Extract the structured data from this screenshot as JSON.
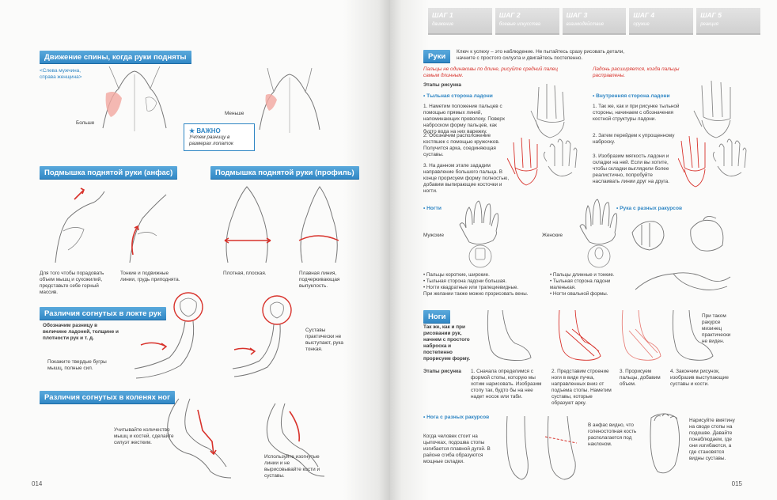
{
  "left_page": {
    "h1": "Движение спины, когда руки подняты",
    "left_note": "<Слева мужчина, справа женщина>",
    "label_big": "Больше",
    "label_small": "Меньше",
    "important_title": "★ ВАЖНО",
    "important_body": "Учтем разницу в размерах лопаток",
    "h2": "Подмышка поднятой руки (анфас)",
    "h3": "Подмышка поднятой руки (профиль)",
    "cap_a1": "Для того чтобы порадовать объем мышц и сухожилий, представьте себе горный массив.",
    "cap_a2": "Тонкие и подвижные линии, грудь приподнята.",
    "cap_p1": "Плотная, плоская.",
    "cap_p2": "Плавная линия, подчеркивающая выпуклость.",
    "h4": "Различия согнутых в локте рук",
    "elbow_text": "Обозначим разницу в величине ладоней, толщине и плотности рук и т. д.",
    "elbow_cap1": "Покажите твердые бугры мышц, полные сил.",
    "elbow_cap2": "Суставы практически не выступают, рука тонкая.",
    "h5": "Различия согнутых в коленях ног",
    "knee_cap1": "Учитывайте количество мышц и костей, сделайте силуэт жестким.",
    "knee_cap2": "Используйте изогнутые линии и не вырисовывайте кости и суставы.",
    "page_num": "014"
  },
  "right_page": {
    "steps": [
      {
        "n": "ШАГ 1",
        "t": "движение"
      },
      {
        "n": "ШАГ 2",
        "t": "боевые искусства"
      },
      {
        "n": "ШАГ 3",
        "t": "взаимодействие"
      },
      {
        "n": "ШАГ 4",
        "t": "оружие"
      },
      {
        "n": "ШАГ 5",
        "t": "реакция"
      }
    ],
    "h_hands": "Руки",
    "hands_intro": "Ключ к успеху – это наблюдение. Не пытайтесь сразу рисовать детали, начните с простого силуэта и двигайтесь постепенно.",
    "red1": "Пальцы не одинаковы по длине, рисуйте средний палец самым длинным.",
    "red2": "Ладонь расширяется, когда пальцы расправлены.",
    "stages": "Этапы рисунка",
    "back_title": "• Тыльная сторона ладони",
    "back_steps": [
      "1. Наметим положение пальцев с помощью прямых линий, напоминающих проволоку. Поверх наброском форму пальцев, как будто вода на них варежку.",
      "2. Обозначим расположение костяшек с помощью кружочков. Получится арка, соединяющая суставы.",
      "3. На данном этапе зададим направление большого пальца. В конце прорисуем форму полностью, добавим выпирающие косточки и ногти."
    ],
    "inner_title": "• Внутренняя сторона ладони",
    "inner_steps": [
      "1. Так же, как и при рисунке тыльной стороны, начинаем с обозначения костной структуры ладони.",
      "2. Затем перейдем к упрощенному наброску.",
      "3. Изобразим мягкость ладони и складки на ней. Если вы хотите, чтобы складки выглядели более реалистично, попробуйте наслаивать линии друг на друга."
    ],
    "nails_title": "• Ногти",
    "male": "Мужские",
    "female": "Женские",
    "nails_male": [
      "• Пальцы короткие, широкие.",
      "• Тыльная сторона ладони большая.",
      "• Ногти квадратные или трапециевидные.",
      "При желании также можно прорисовать вены."
    ],
    "nails_female": [
      "• Пальцы длинные и тонкие.",
      "• Тыльная сторона ладони маленькая.",
      "• Ногти овальной формы."
    ],
    "angles_title": "• Рука с разных ракурсов",
    "h_legs": "Ноги",
    "legs_intro": "Так же, как и при рисовании рук, начнем с простого наброска и постепенно прорисуем форму.",
    "legs_stages": "Этапы рисунка",
    "leg_steps": [
      "1. Сначала определимся с формой стопы, которую мы хотим нарисовать. Изобразим стопу так, будто бы на нее надет носок или таби.",
      "2. Представим строение ноги в виде пучка, направленных вниз от подъема стопы. Наметим суставы, которые образуют арку.",
      "3. Прорисуем пальцы, добавим объем.",
      "4. Закончим рисунок, изобразив выступающие суставы и кости."
    ],
    "leg_side_note": "При таком ракурсе мизинец практически не виден.",
    "feet_angles_title": "• Нога с разных ракурсов",
    "feet_cap1": "Когда человек стоит на цыпочках, подошва стопы изгибается плавной дугой. В районе сгиба образуются мощные складки.",
    "feet_cap2": "В анфас видно, что голеностопная кость располагается под наклоном.",
    "feet_cap3": "Нарисуйте вмятину на своде стопы на подошве. Давайте понаблюдаем, где они изгибаются, а где становятся видны суставы.",
    "page_num": "015"
  },
  "colors": {
    "accent_blue": "#2f86c4",
    "accent_red": "#d8322b",
    "step_gray": "#d2d2d2"
  },
  "illustrations": {
    "back_male": "(hand-drawn illustration)",
    "back_female": "(hand-drawn illustration)",
    "hand_wire": "(hand-drawn illustration)"
  }
}
